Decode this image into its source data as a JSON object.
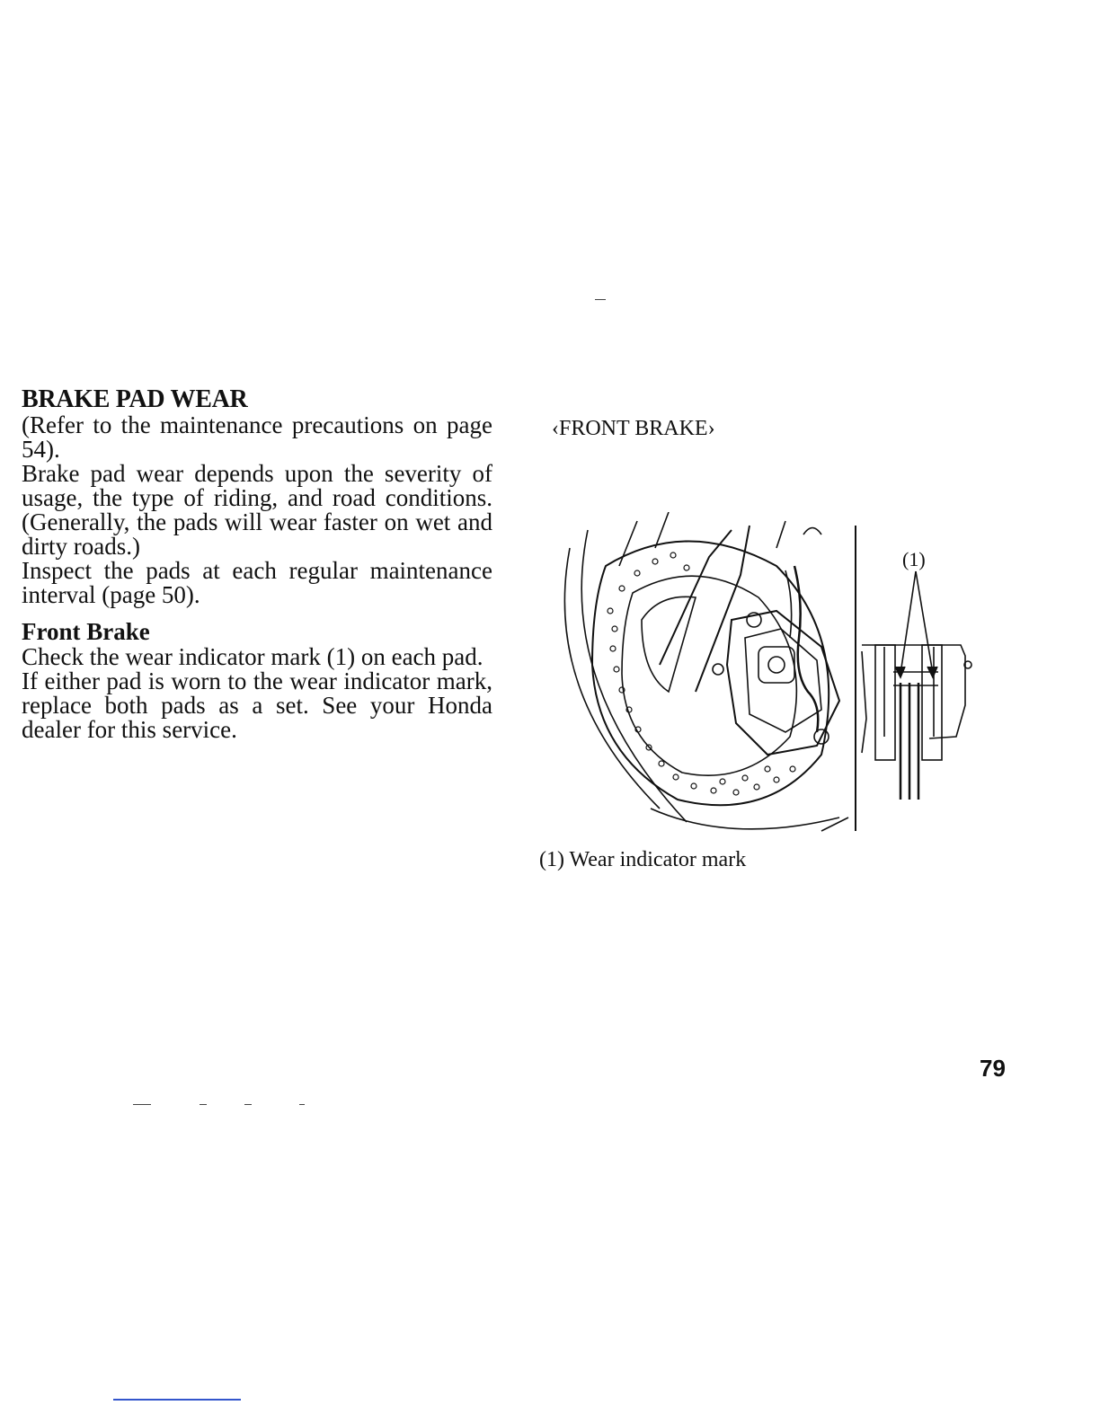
{
  "section": {
    "heading": "BRAKE PAD WEAR",
    "paragraphs": [
      "(Refer to the maintenance precautions on page 54).",
      "Brake pad wear depends upon the severity of usage, the type of riding, and road conditions. (Generally, the pads will wear faster on wet and dirty roads.)",
      "Inspect the pads at each regular maintenance interval (page 50)."
    ]
  },
  "front_brake": {
    "heading": "Front Brake",
    "paragraphs": [
      "Check the wear indicator mark (1) on each pad.",
      "If either pad is worn to the wear indicator mark, replace both pads as a set. See your Honda dealer for this service."
    ]
  },
  "figure": {
    "title": "‹FRONT BRAKE›",
    "callout": "(1)",
    "legend": "(1) Wear indicator mark"
  },
  "page_number": "79"
}
